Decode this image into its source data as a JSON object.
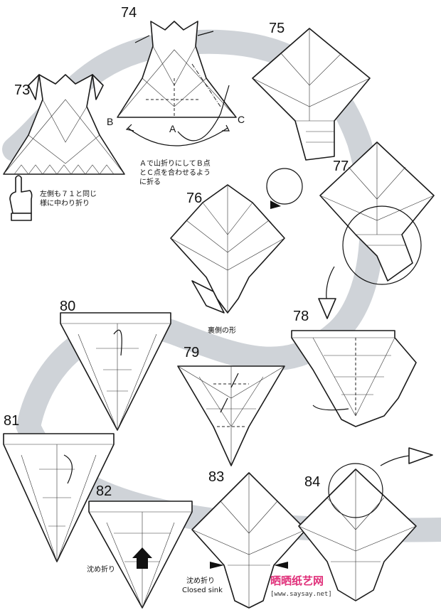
{
  "steps": {
    "s73": "73",
    "s74": "74",
    "s75": "75",
    "s76": "76",
    "s77": "77",
    "s78": "78",
    "s79": "79",
    "s80": "80",
    "s81": "81",
    "s82": "82",
    "s83": "83",
    "s84": "84"
  },
  "points": {
    "a": "A",
    "b": "B",
    "c": "C"
  },
  "notes": {
    "step73_line1": "左側も７１と同じ",
    "step73_line2": "様に中わり折り",
    "step74_line1": "Ａで山折りにしてＢ点",
    "step74_line2": "とＣ点を合わせるよう",
    "step74_line3": "に折る",
    "step76_back": "裏側の形",
    "step82_sink": "沈め折り",
    "step83_sink_jp": "沈め折り",
    "step83_sink_en": "Closed sink"
  },
  "watermark": {
    "brand": "晒晒纸艺网",
    "url": "[www.saysay.net]",
    "color": "#e0307a"
  }
}
